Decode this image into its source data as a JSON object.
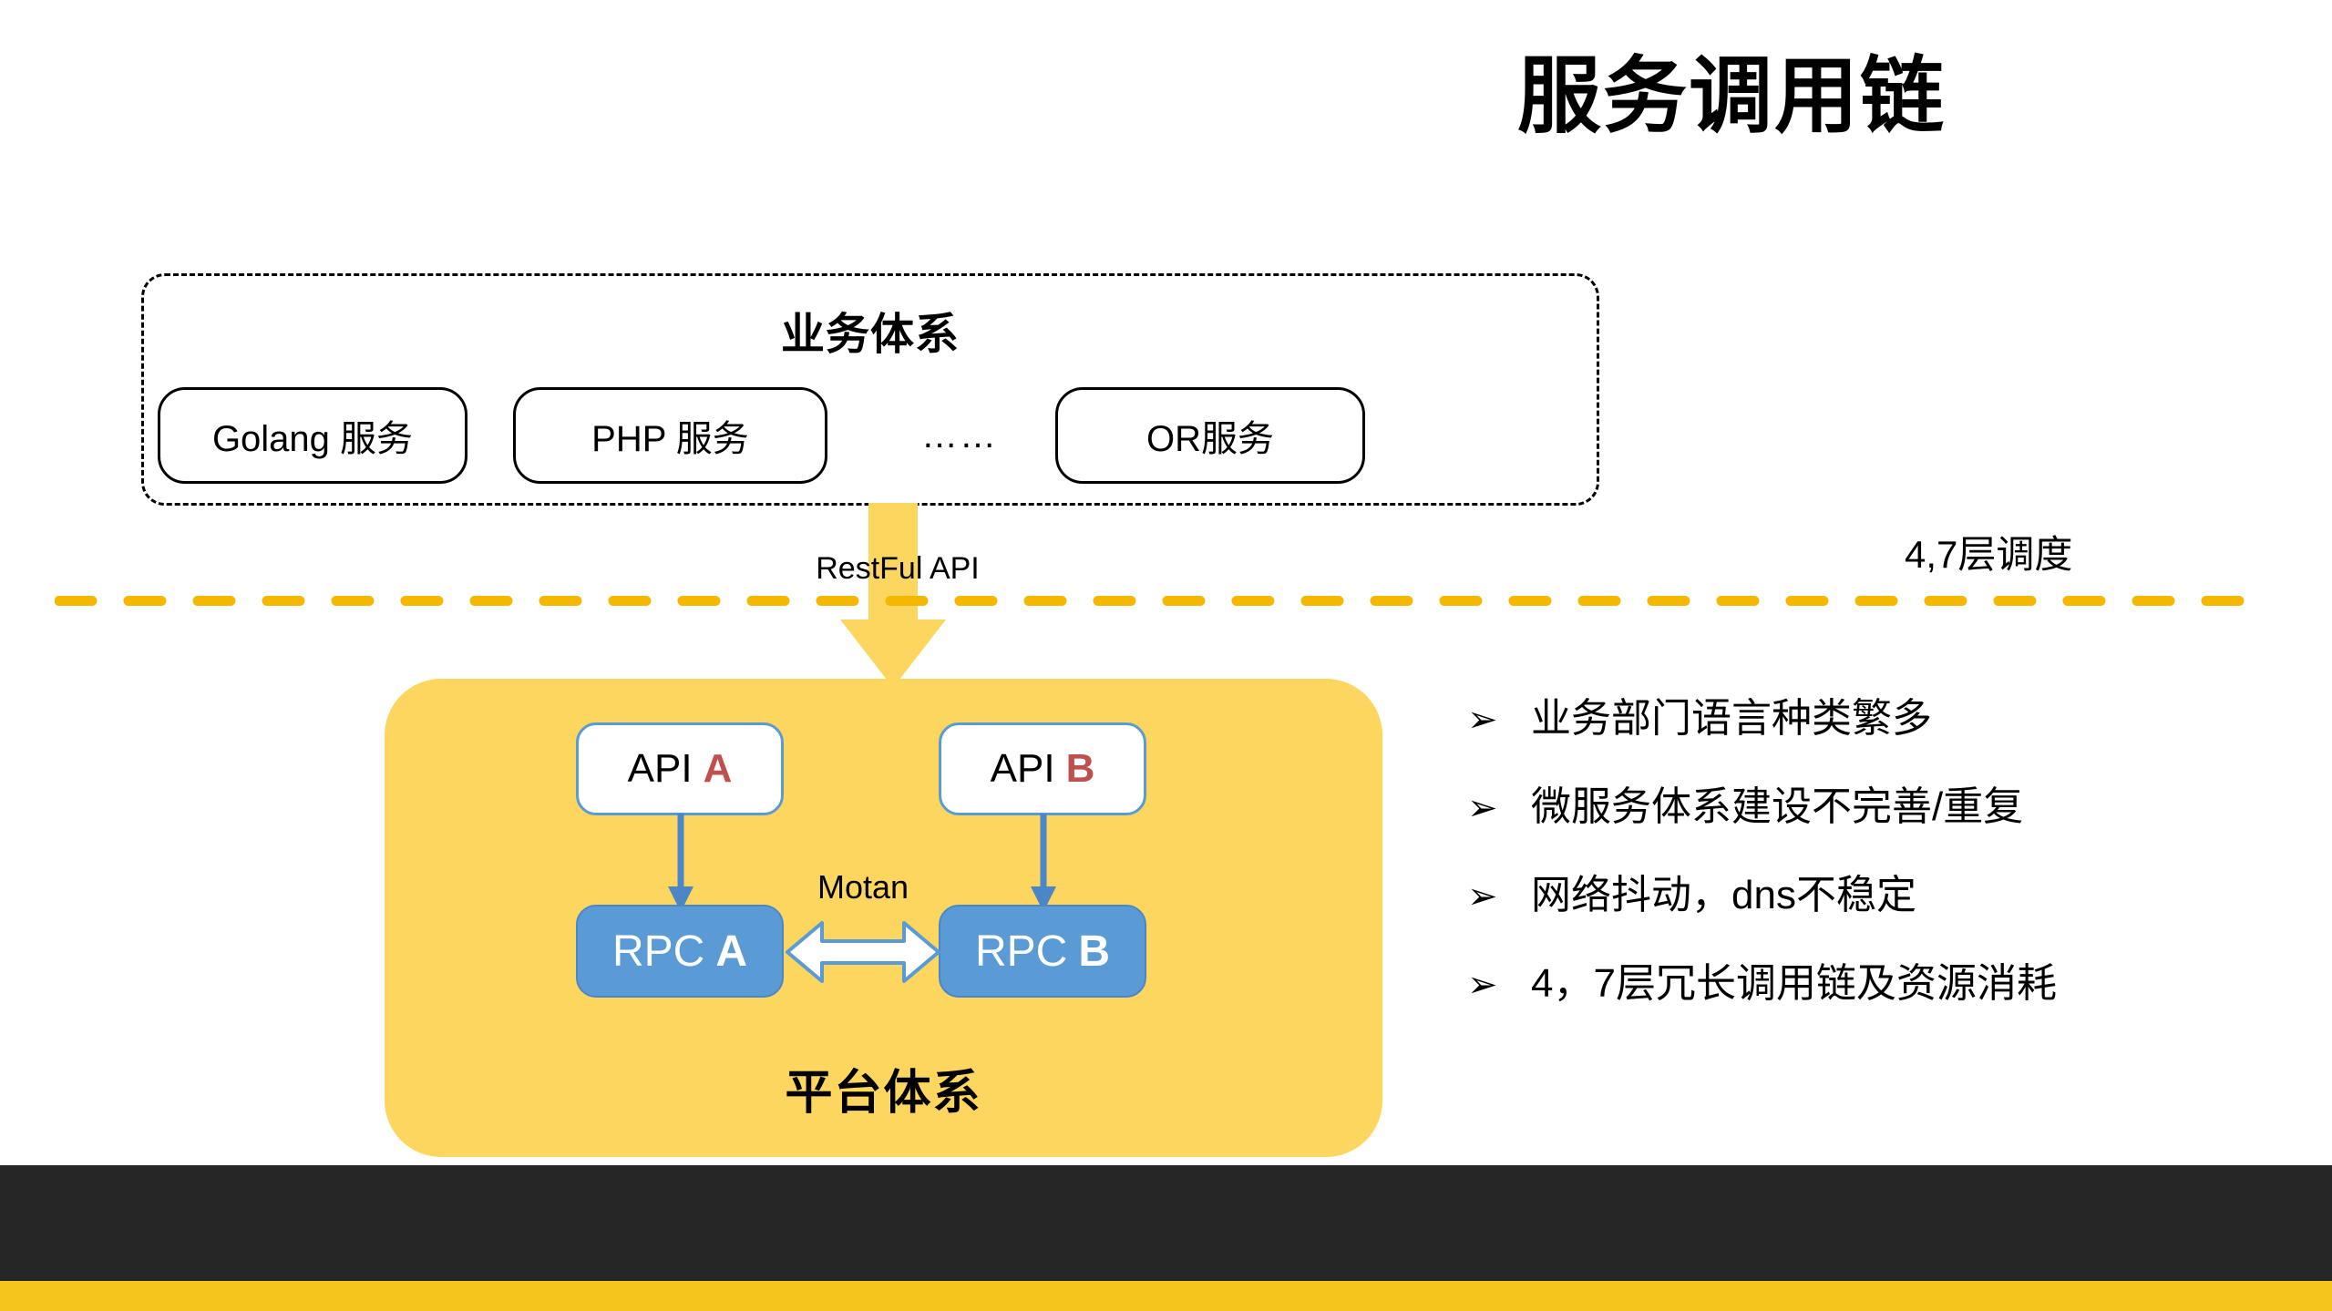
{
  "title": "服务调用链",
  "business_system": {
    "label": "业务体系",
    "services": [
      {
        "name": "Golang 服务"
      },
      {
        "name": "PHP 服务"
      },
      {
        "name": "……"
      },
      {
        "name": "OR服务"
      }
    ]
  },
  "restful_arrow": {
    "label": "RestFul API",
    "color": "#FCD65E"
  },
  "layer_divider": {
    "label": "4,7层调度",
    "color": "#F5B800"
  },
  "platform_system": {
    "label": "平台体系",
    "background": "#FCD65E",
    "api_nodes": [
      {
        "prefix": "API",
        "letter": "A"
      },
      {
        "prefix": "API",
        "letter": "B"
      }
    ],
    "rpc_nodes": [
      {
        "prefix": "RPC",
        "letter": "A"
      },
      {
        "prefix": "RPC",
        "letter": "B"
      }
    ],
    "link_label": "Motan",
    "api_color": "#5B9BD5",
    "rpc_color": "#5B9BD5",
    "letter_color": "#C0504D"
  },
  "issues": {
    "bullet_glyph": "➢",
    "items": [
      "业务部门语言种类繁多",
      "微服务体系建设不完善/重复",
      "网络抖动，dns不稳定",
      "4，7层冗长调用链及资源消耗"
    ]
  },
  "footer": {
    "dark_color": "#262626",
    "accent_color": "#F5C51E"
  }
}
